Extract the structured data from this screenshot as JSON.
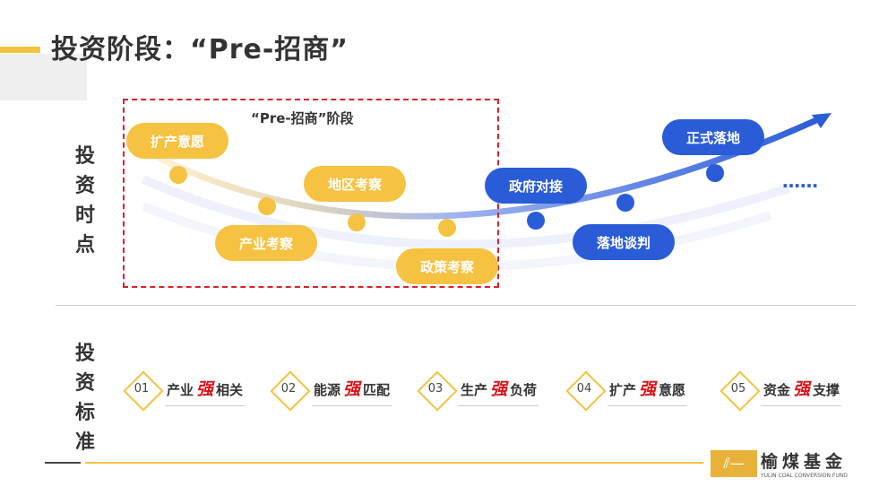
{
  "title": "投资阶段：“Pre-招商”",
  "section_labels": {
    "timing": [
      "投",
      "资",
      "时",
      "点"
    ],
    "standards": [
      "投",
      "资",
      "标",
      "准"
    ]
  },
  "box_label": "“Pre-招商”阶段",
  "stages": [
    {
      "label": "扩产意愿",
      "phase": "pre"
    },
    {
      "label": "产业考察",
      "phase": "pre"
    },
    {
      "label": "地区考察",
      "phase": "pre"
    },
    {
      "label": "政策考察",
      "phase": "pre"
    },
    {
      "label": "政府对接",
      "phase": "post"
    },
    {
      "label": "落地谈判",
      "phase": "post"
    },
    {
      "label": "正式落地",
      "phase": "post"
    }
  ],
  "ellipsis": "……",
  "standards": [
    {
      "num": "01",
      "pre": "产业",
      "strong": "强",
      "post": "相关"
    },
    {
      "num": "02",
      "pre": "能源",
      "strong": "强",
      "post": "匹配"
    },
    {
      "num": "03",
      "pre": "生产",
      "strong": "强",
      "post": "负荷"
    },
    {
      "num": "04",
      "pre": "扩产",
      "strong": "强",
      "post": "意愿"
    },
    {
      "num": "05",
      "pre": "资金",
      "strong": "强",
      "post": "支撑"
    }
  ],
  "logo": {
    "cn": "榆煤基金",
    "en": "YULIN COAL CONVERSION FUND"
  },
  "colors": {
    "yellow": "#F5C242",
    "blue": "#2A5CD8",
    "red": "#D9232B"
  }
}
